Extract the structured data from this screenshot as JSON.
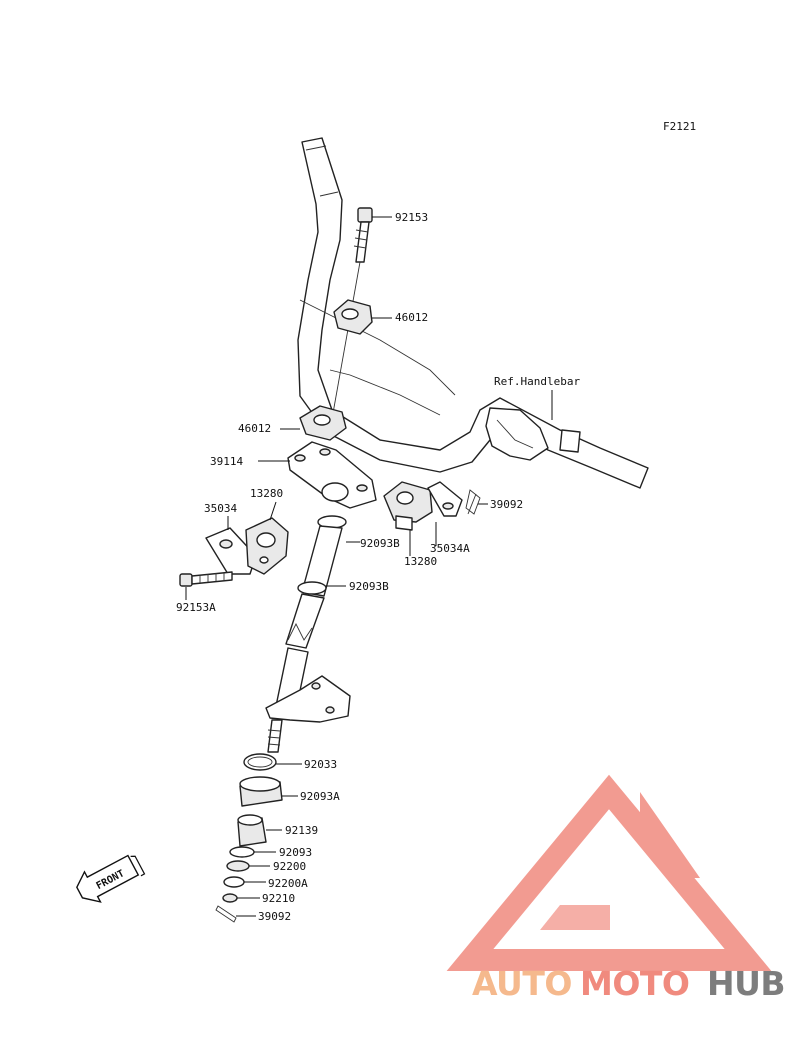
{
  "figure_code": "F2121",
  "reference_label": "Ref.Handlebar",
  "front_label": "FRONT",
  "watermark": {
    "auto": "AUTO",
    "moto": "MOTO",
    "hub": "HUB",
    "colors": {
      "auto": "#f5b98d",
      "moto": "#f08a7e",
      "hub": "#7d7d7d",
      "triangle": "#f08a7e"
    }
  },
  "parts": {
    "p92153": "92153",
    "p46012_top": "46012",
    "p46012_bottom": "46012",
    "p39114": "39114",
    "p35034": "35034",
    "p13280_left": "13280",
    "p92093B_upper": "92093B",
    "p92093B_lower": "92093B",
    "p13280_right": "13280",
    "p35034A": "35034A",
    "p39092_top": "39092",
    "p92153A": "92153A",
    "p92033": "92033",
    "p92093A": "92093A",
    "p92139": "92139",
    "p92093": "92093",
    "p92200": "92200",
    "p92200A": "92200A",
    "p92210": "92210",
    "p39092_bottom": "39092"
  }
}
